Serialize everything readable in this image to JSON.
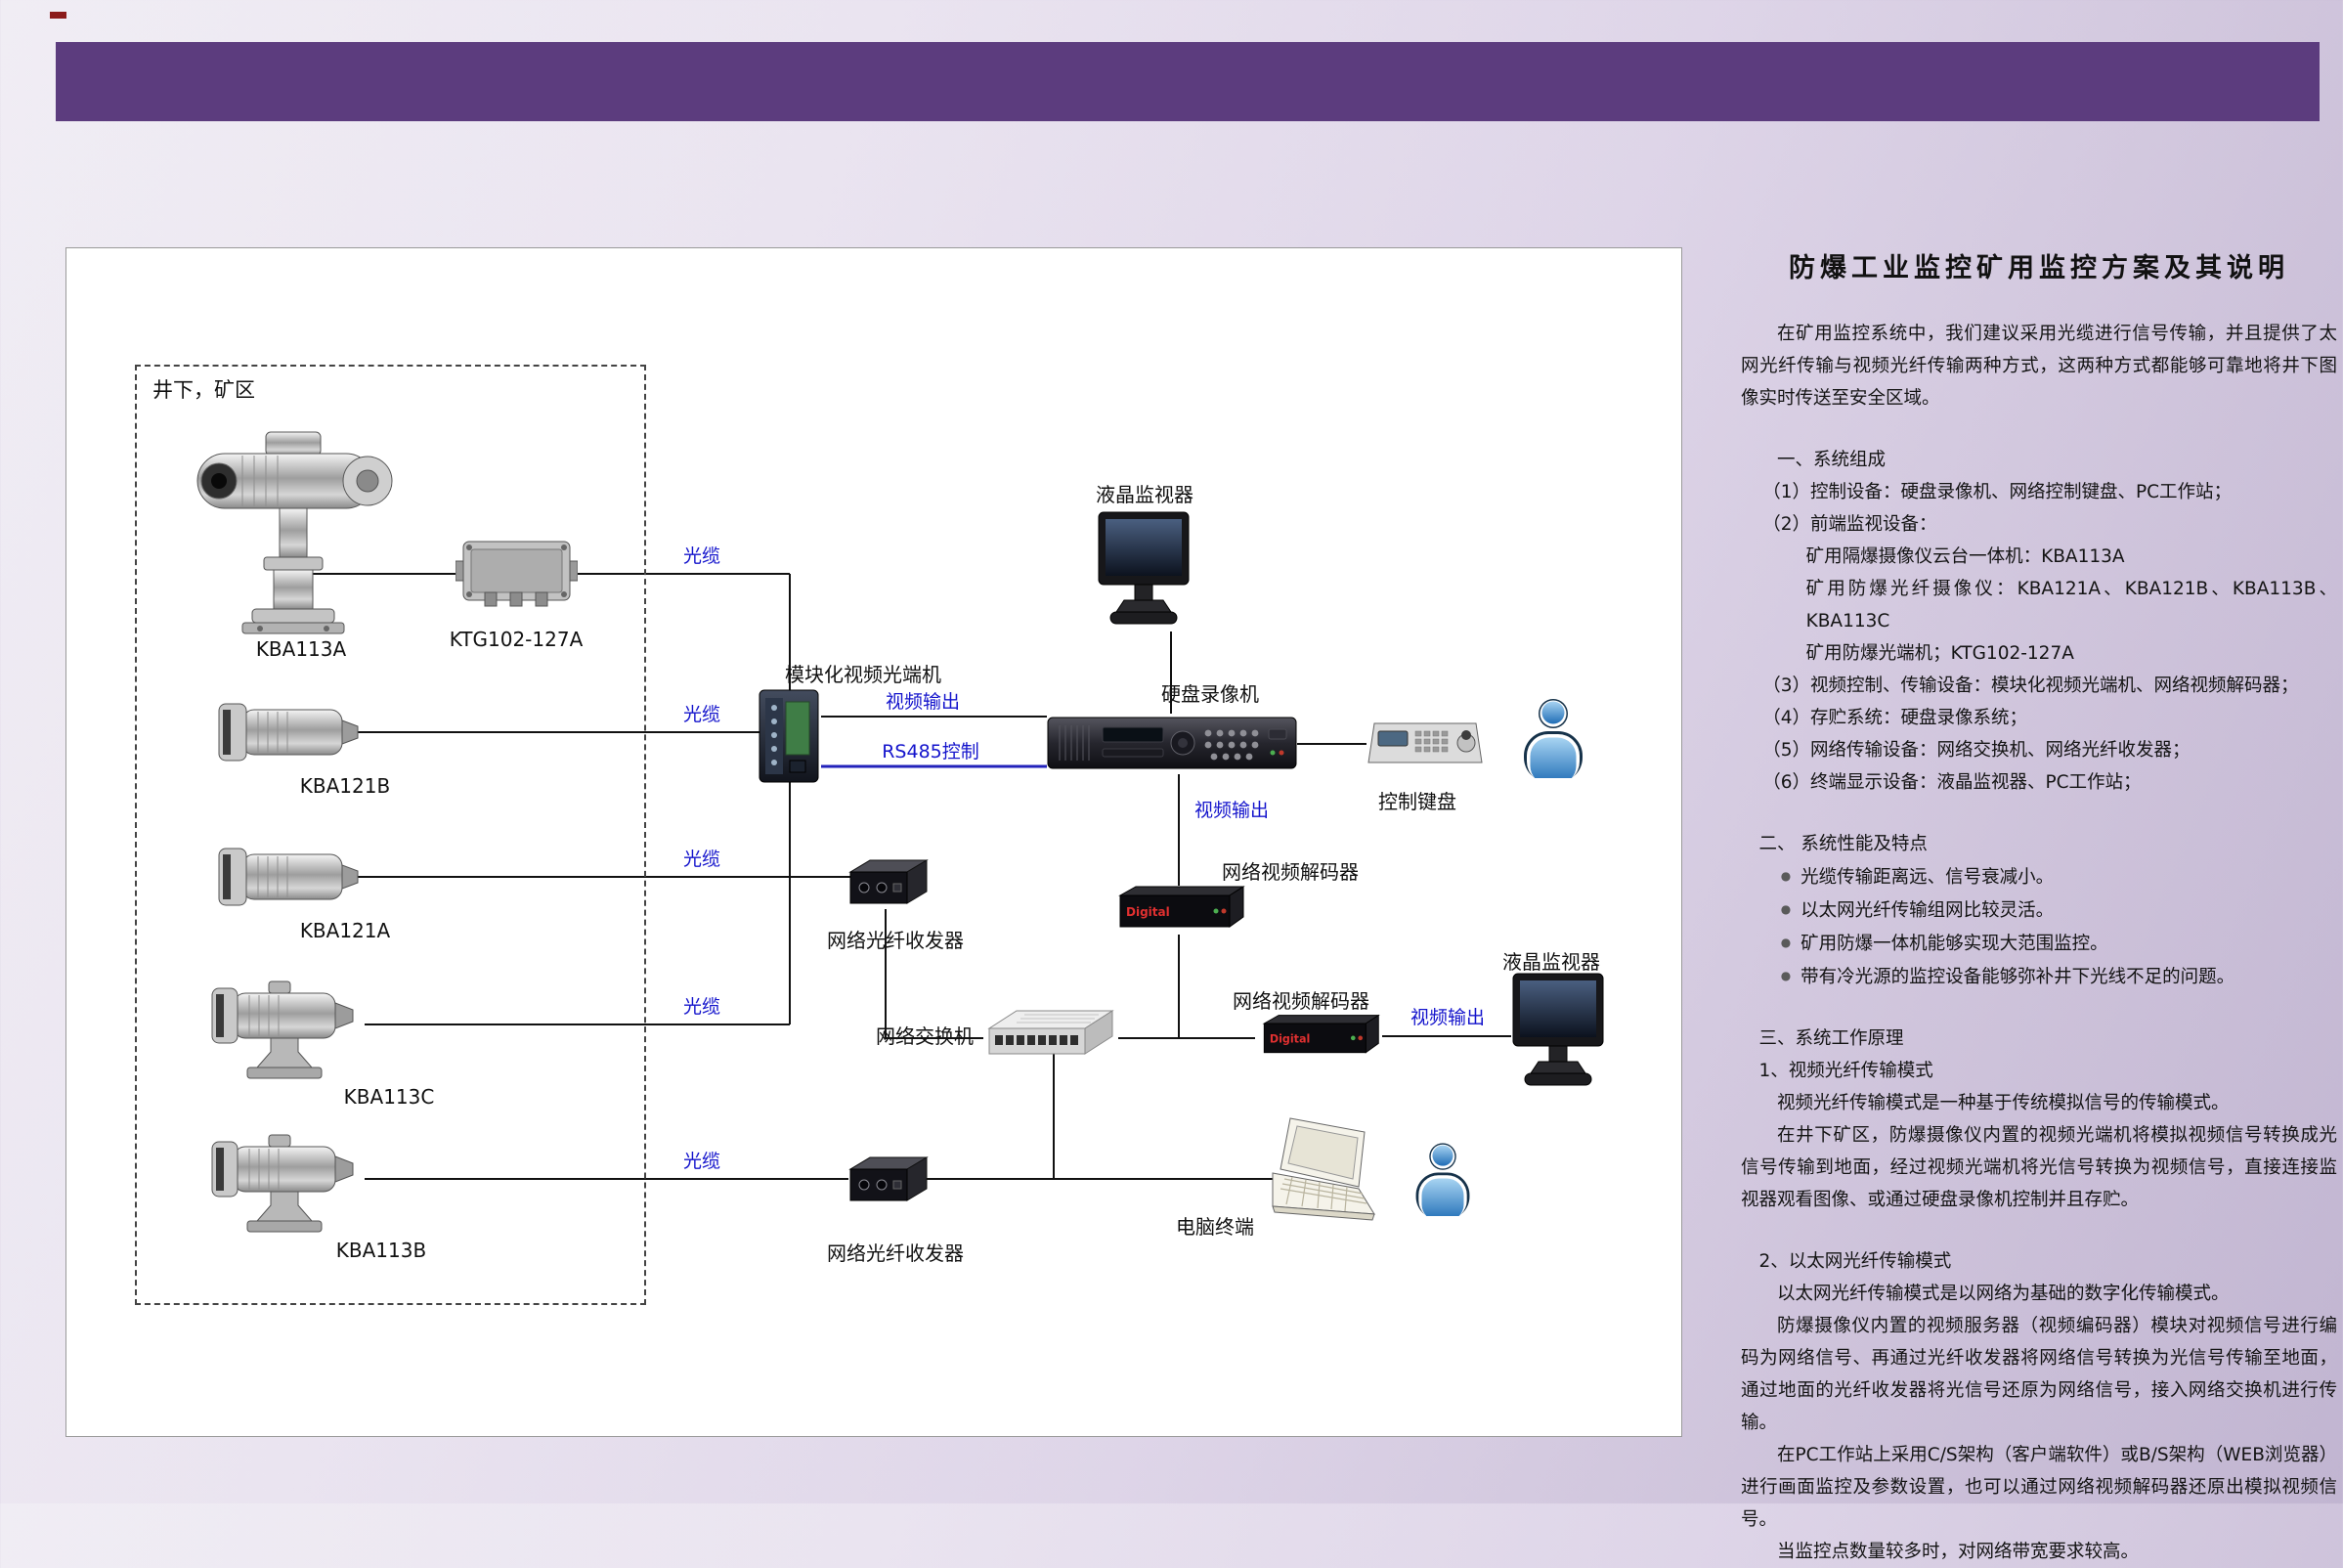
{
  "colors": {
    "header": "#5c3c7e",
    "blue": "#1414cc",
    "line": "#111111",
    "rs485": "#2222bb"
  },
  "diagram": {
    "zone_label": "井下，矿区",
    "device_labels": {
      "kba113a": "KBA113A",
      "ktg102": "KTG102-127A",
      "kba121b": "KBA121B",
      "kba121a": "KBA121A",
      "kba113c": "KBA113C",
      "kba113b": "KBA113B",
      "video_terminal": "模块化视频光端机",
      "lcd_monitor_top": "液晶监视器",
      "dvr": "硬盘录像机",
      "keyboard": "控制键盘",
      "decoder_top": "网络视频解码器",
      "fiber_transceiver_top": "网络光纤收发器",
      "switch": "网络交换机",
      "decoder_right": "网络视频解码器",
      "lcd_monitor_right": "液晶监视器",
      "laptop": "电脑终端",
      "fiber_transceiver_bottom": "网络光纤收发器"
    },
    "line_labels": {
      "cable1": "光缆",
      "cable2": "光缆",
      "cable3": "光缆",
      "cable4": "光缆",
      "cable5": "光缆",
      "video_out_1": "视频输出",
      "rs485": "RS485控制",
      "video_out_2": "视频输出",
      "video_out_3": "视频输出"
    },
    "brand": {
      "digital": "Digital"
    }
  },
  "article": {
    "title": "防爆工业监控矿用监控方案及其说明",
    "paragraphs": [
      {
        "cls": "body",
        "text": "在矿用监控系统中，我们建议采用光缆进行信号传输，并且提供了太网光纤传输与视频光纤传输两种方式，这两种方式都能够可靠地将井下图像实时传送至安全区域。"
      },
      {
        "cls": "h gap",
        "text": "一、系统组成"
      },
      {
        "cls": "item",
        "text": "（1）控制设备：硬盘录像机、网络控制键盘、PC工作站；"
      },
      {
        "cls": "item",
        "text": "（2）前端监视设备："
      },
      {
        "cls": "sub",
        "text": "矿用隔爆摄像仪云台一体机：KBA113A"
      },
      {
        "cls": "sub",
        "text": "矿用防爆光纤摄像仪：KBA121A、KBA121B、KBA113B、KBA113C"
      },
      {
        "cls": "sub",
        "text": "矿用防爆光端机；KTG102-127A"
      },
      {
        "cls": "item",
        "text": "（3）视频控制、传输设备：模块化视频光端机、网络视频解码器；"
      },
      {
        "cls": "item",
        "text": "（4）存贮系统：硬盘录像系统；"
      },
      {
        "cls": "item",
        "text": "（5）网络传输设备：网络交换机、网络光纤收发器；"
      },
      {
        "cls": "item",
        "text": "（6）终端显示设备：液晶监视器、PC工作站；"
      },
      {
        "cls": "h2 gap",
        "text": "二、 系统性能及特点"
      },
      {
        "cls": "bullet",
        "text": "光缆传输距离远、信号衰减小。"
      },
      {
        "cls": "bullet",
        "text": "以太网光纤传输组网比较灵活。"
      },
      {
        "cls": "bullet",
        "text": "矿用防爆一体机能够实现大范围监控。"
      },
      {
        "cls": "bullet",
        "text": "带有冷光源的监控设备能够弥补井下光线不足的问题。"
      },
      {
        "cls": "h2 gap",
        "text": "三、系统工作原理"
      },
      {
        "cls": "h3",
        "text": "1、视频光纤传输模式"
      },
      {
        "cls": "body",
        "text": "视频光纤传输模式是一种基于传统模拟信号的传输模式。"
      },
      {
        "cls": "body",
        "text": "在井下矿区，防爆摄像仪内置的视频光端机将模拟视频信号转换成光信号传输到地面，经过视频光端机将光信号转换为视频信号，直接连接监视器观看图像、或通过硬盘录像机控制并且存贮。"
      },
      {
        "cls": "h3 gap",
        "text": "2、以太网光纤传输模式"
      },
      {
        "cls": "body",
        "text": "以太网光纤传输模式是以网络为基础的数字化传输模式。"
      },
      {
        "cls": "body",
        "text": "防爆摄像仪内置的视频服务器（视频编码器）模块对视频信号进行编码为网络信号、再通过光纤收发器将网络信号转换为光信号传输至地面，通过地面的光纤收发器将光信号还原为网络信号，接入网络交换机进行传输。"
      },
      {
        "cls": "body",
        "text": "在PC工作站上采用C/S架构（客户端软件）或B/S架构（WEB浏览器）进行画面监控及参数设置，也可以通过网络视频解码器还原出模拟视频信号。"
      },
      {
        "cls": "body",
        "text": "当监控点数量较多时，对网络带宽要求较高。"
      }
    ]
  }
}
